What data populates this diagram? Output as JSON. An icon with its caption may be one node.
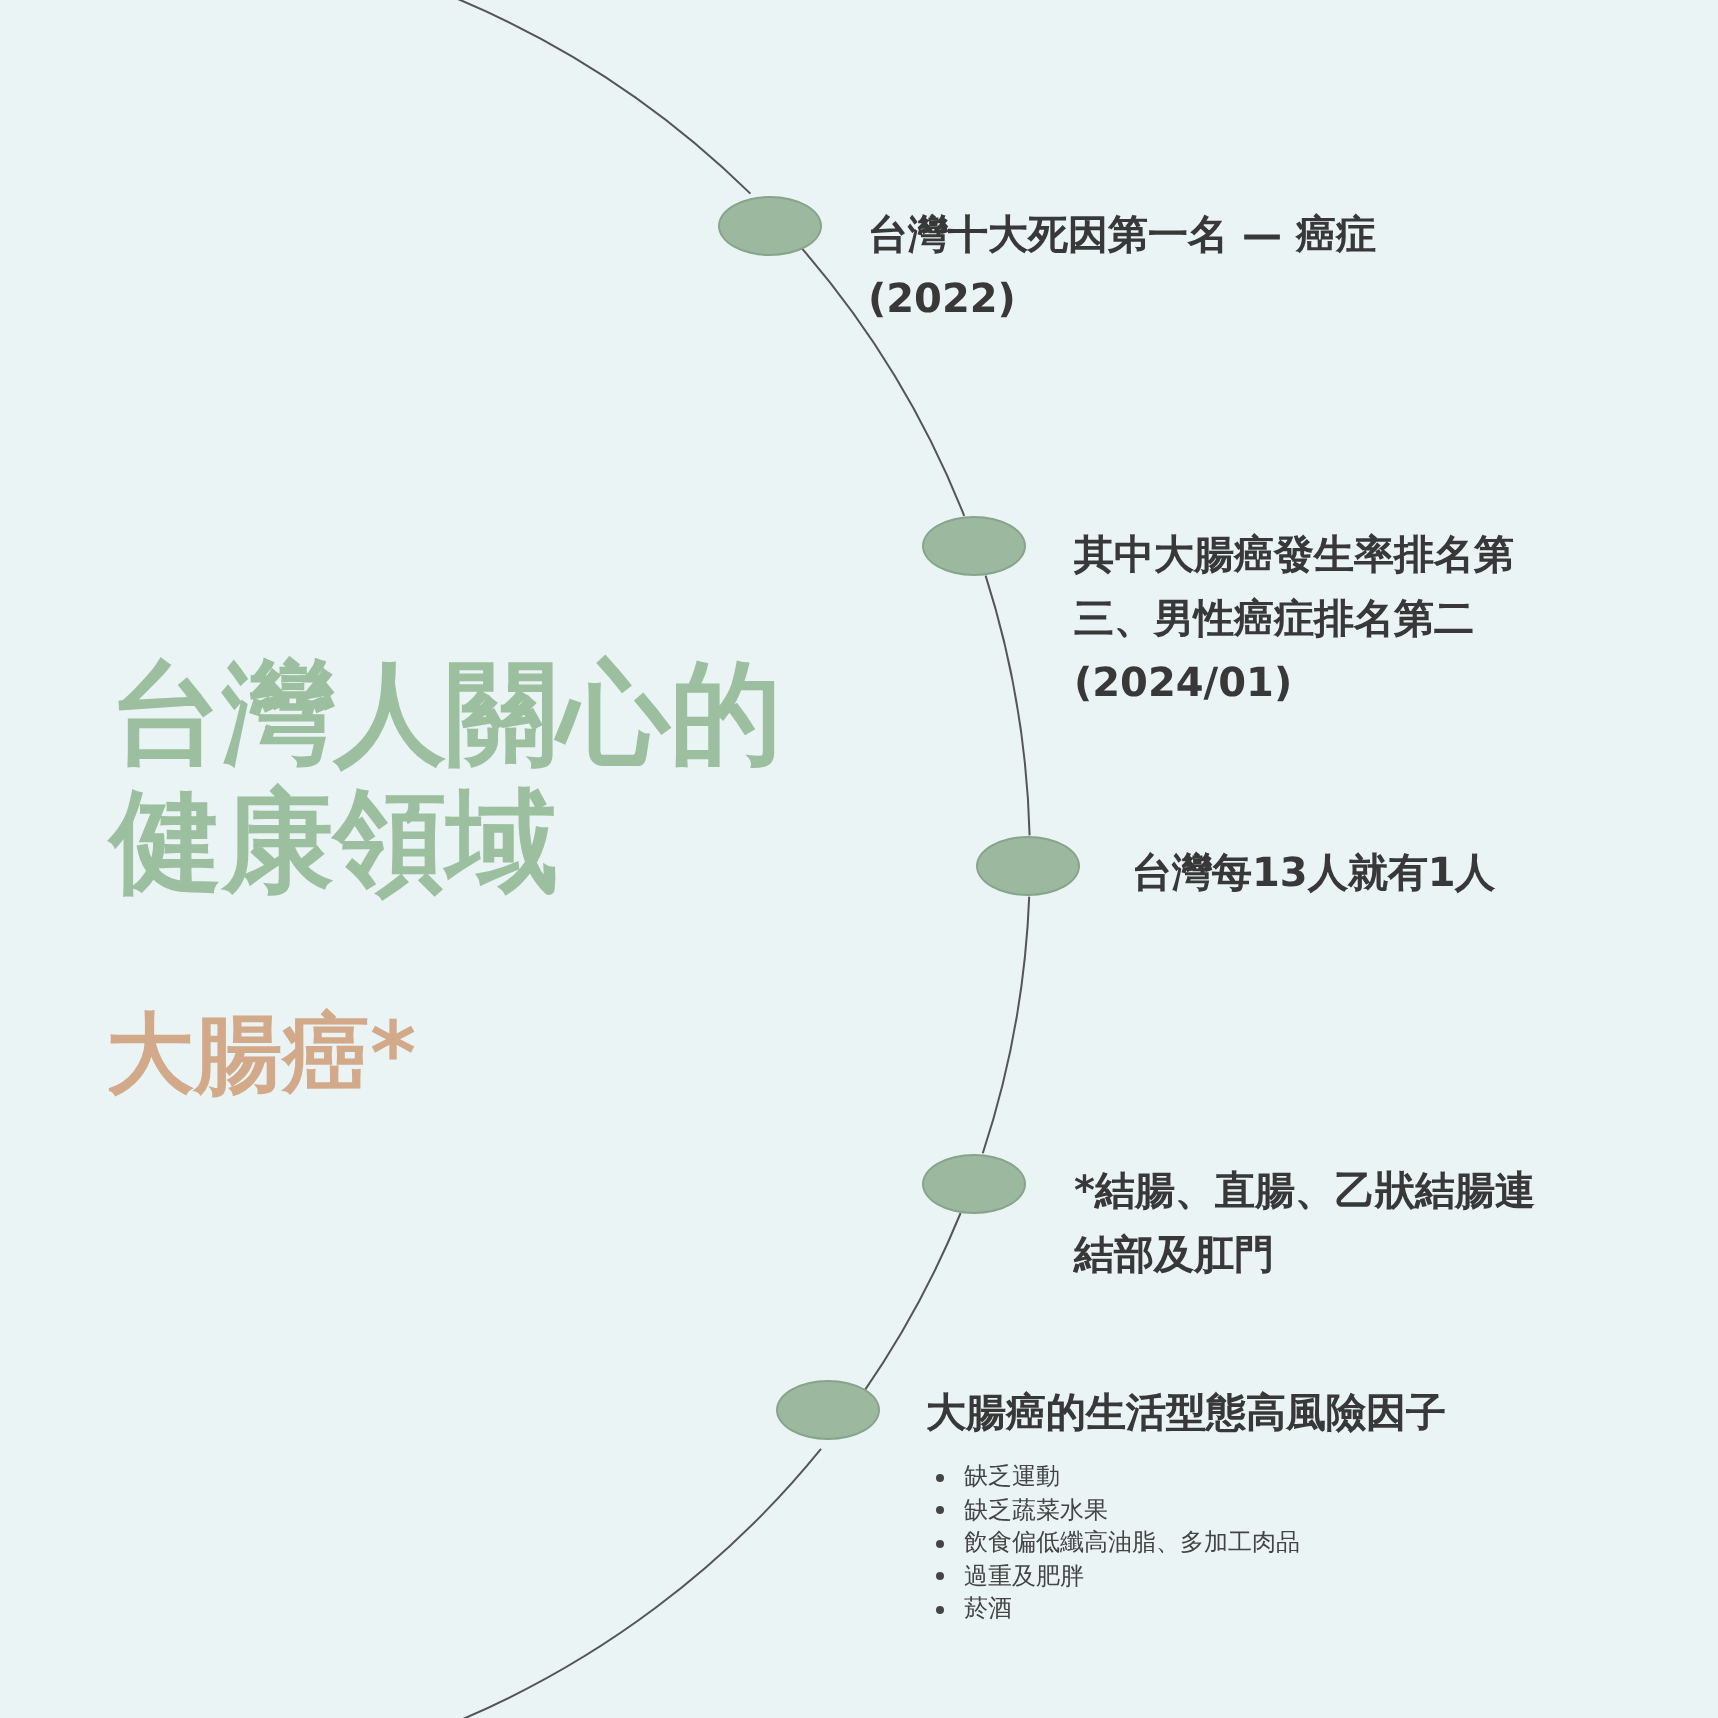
{
  "diagram": {
    "title": "台灣人關心的健康領域",
    "nodes": [
      {
        "text": [],
        "shape": "ellipse",
        "beside": [
          "台灣十大死因第一名 — 癌症 (2022)"
        ]
      },
      {
        "text": [],
        "shape": "ellipse",
        "beside": [
          "其中大腸癌發生率排名第三、男性癌症排名第二 (2024/01)"
        ]
      },
      {
        "text": [],
        "shape": "ellipse",
        "beside": [
          "台灣每13人就有1人"
        ]
      },
      {
        "text": [],
        "shape": "ellipse",
        "beside": [
          "*結腸、直腸、乙狀結腸連結部及肛門"
        ]
      },
      {
        "text": [],
        "shape": "ellipse",
        "beside": [
          "大腸癌的生活型態高風險因子"
        ]
      }
    ],
    "edges": [
      {
        "from": null,
        "to": 0,
        "arrow": "none"
      },
      {
        "from": 0,
        "to": 1,
        "arrow": "none"
      },
      {
        "from": 1,
        "to": 2,
        "arrow": "none"
      },
      {
        "from": 2,
        "to": 3,
        "arrow": "none"
      },
      {
        "from": 3,
        "to": 4,
        "arrow": "none"
      },
      {
        "from": 4,
        "to": null,
        "arrow": "none"
      }
    ],
    "labels": [
      "大腸癌*",
      "缺乏運動",
      "缺乏蔬菜水果",
      "飲食偏低纖高油脂、多加工肉品",
      "過重及肥胖",
      "菸酒"
    ]
  }
}
